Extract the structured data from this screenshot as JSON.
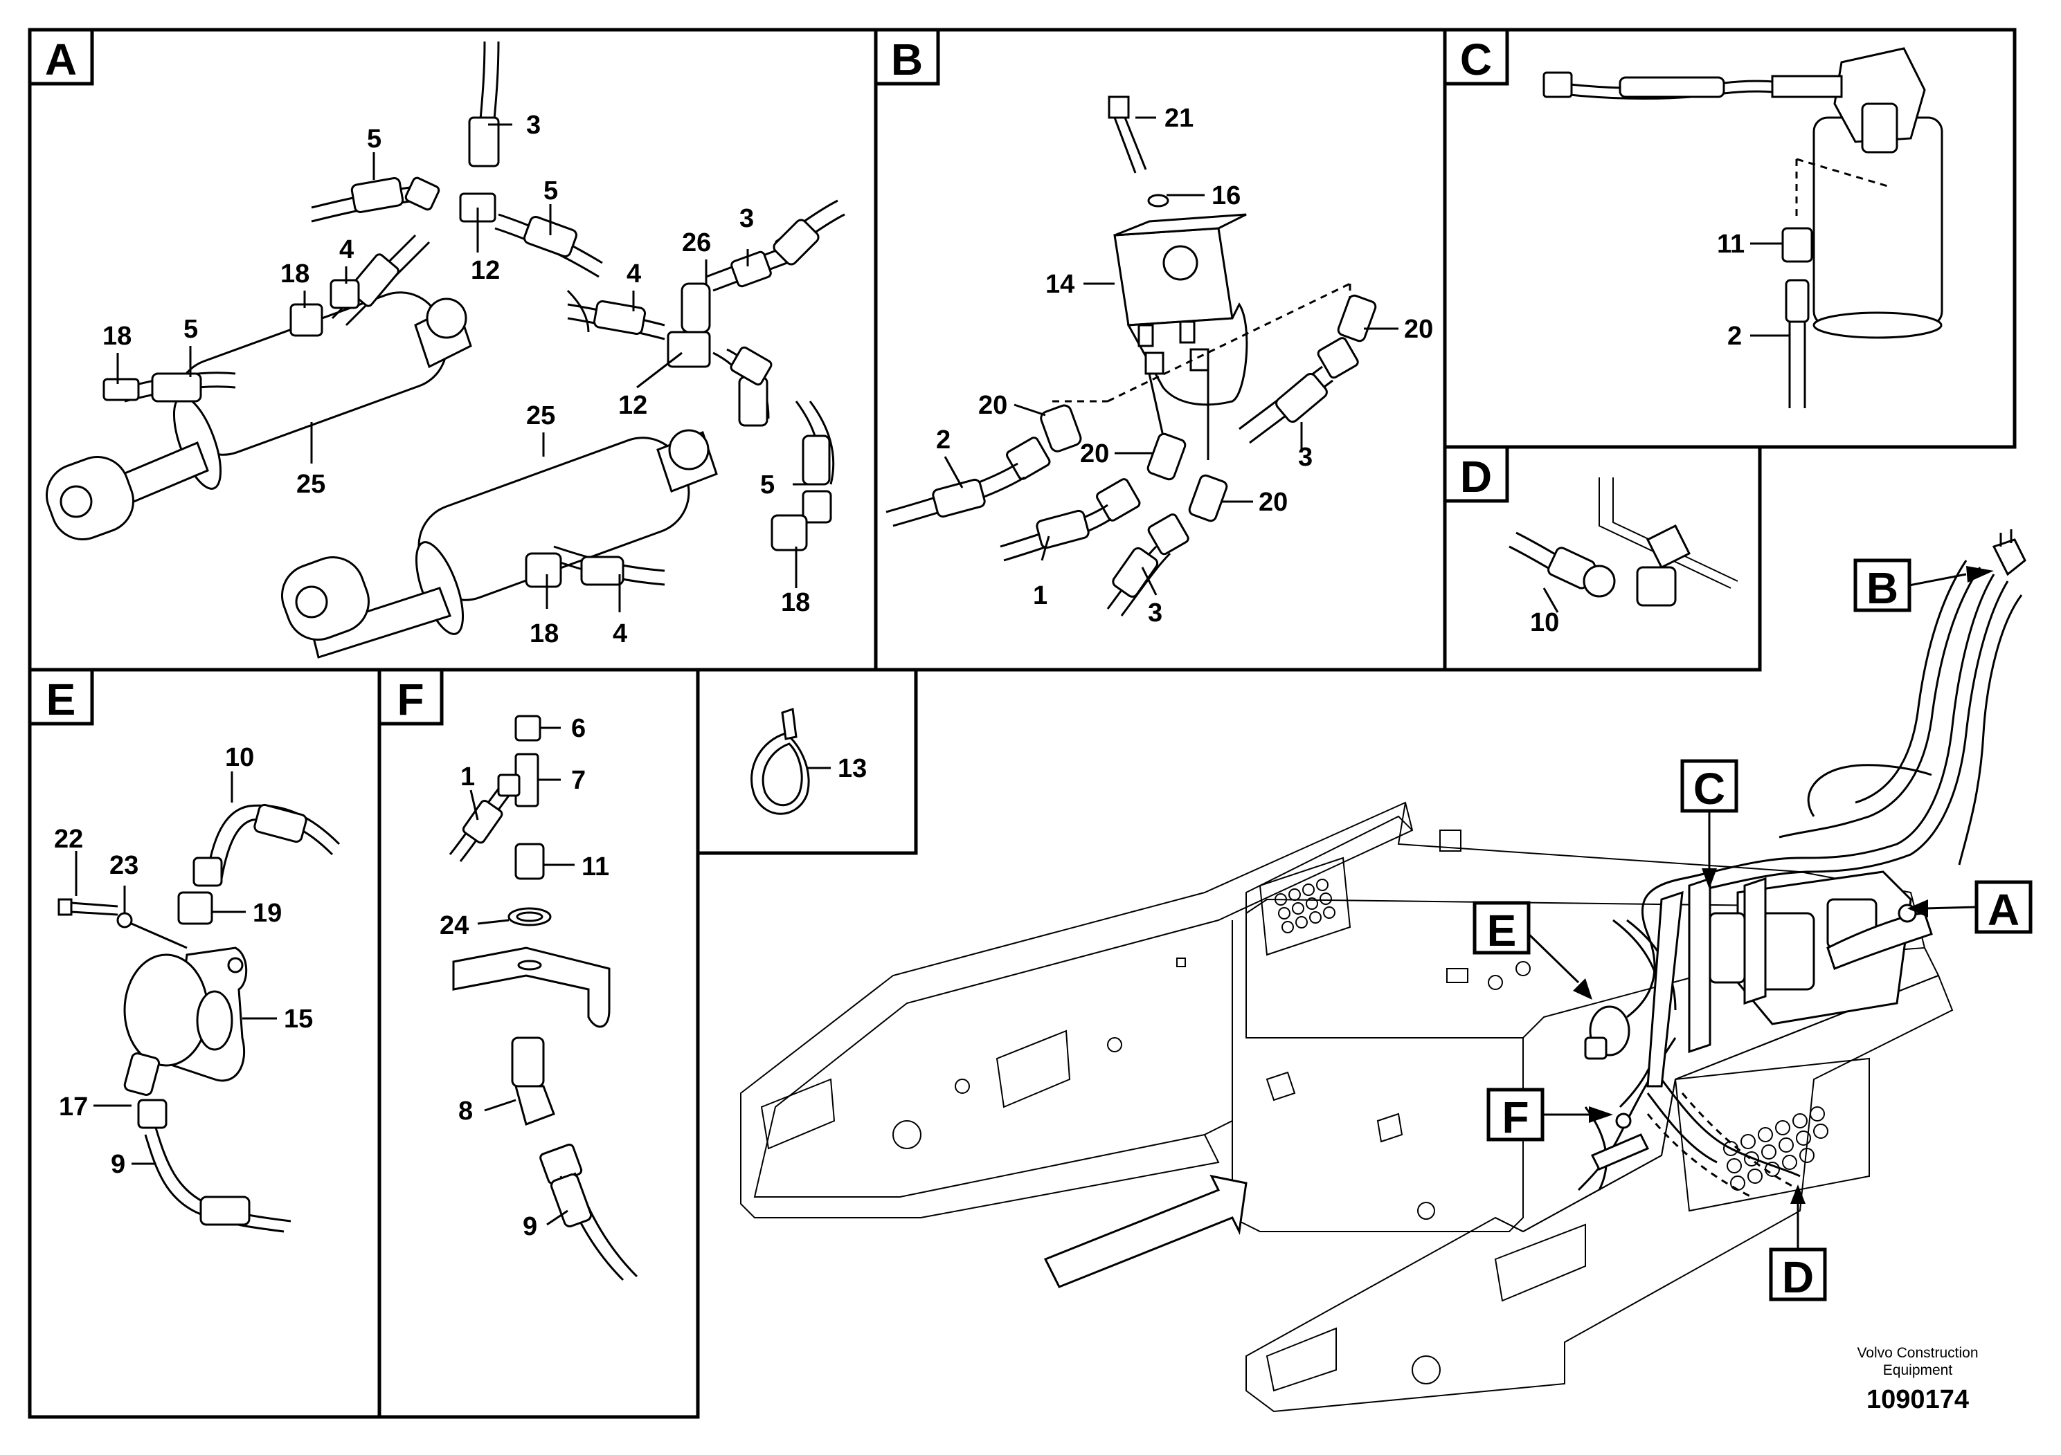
{
  "panels": {
    "A": {
      "tag": "A",
      "labels": {
        "l3": "3",
        "l5a": "5",
        "l5b": "5",
        "l12a": "12",
        "l18a": "18",
        "l4a": "4",
        "l18b": "18",
        "l5c": "5",
        "l25a": "25",
        "l26": "26",
        "l3b": "3",
        "l4b": "4",
        "l12b": "12",
        "l25b": "25",
        "l5d": "5",
        "l18c": "18",
        "l18d": "18",
        "l4c": "4"
      }
    },
    "B": {
      "tag": "B",
      "labels": {
        "l21": "21",
        "l16": "16",
        "l14": "14",
        "l20a": "20",
        "l20b": "20",
        "l20c": "20",
        "l20d": "20",
        "l2": "2",
        "l1": "1",
        "l3a": "3",
        "l3b": "3"
      }
    },
    "C": {
      "tag": "C",
      "labels": {
        "l11": "11",
        "l2": "2"
      }
    },
    "D": {
      "tag": "D",
      "labels": {
        "l10": "10"
      }
    },
    "E": {
      "tag": "E",
      "labels": {
        "l10": "10",
        "l22": "22",
        "l23": "23",
        "l19": "19",
        "l15": "15",
        "l17": "17",
        "l9": "9"
      }
    },
    "F": {
      "tag": "F",
      "labels": {
        "l6": "6",
        "l1": "1",
        "l7": "7",
        "l11": "11",
        "l24": "24",
        "l8": "8",
        "l9": "9"
      }
    },
    "tie": {
      "labels": {
        "l13": "13"
      }
    }
  },
  "overview": {
    "callouts": {
      "A": "A",
      "B": "B",
      "C": "C",
      "D": "D",
      "E": "E",
      "F": "F"
    }
  },
  "footer": {
    "brand_line1": "Volvo Construction",
    "brand_line2": "Equipment",
    "drawing_id": "1090174"
  }
}
